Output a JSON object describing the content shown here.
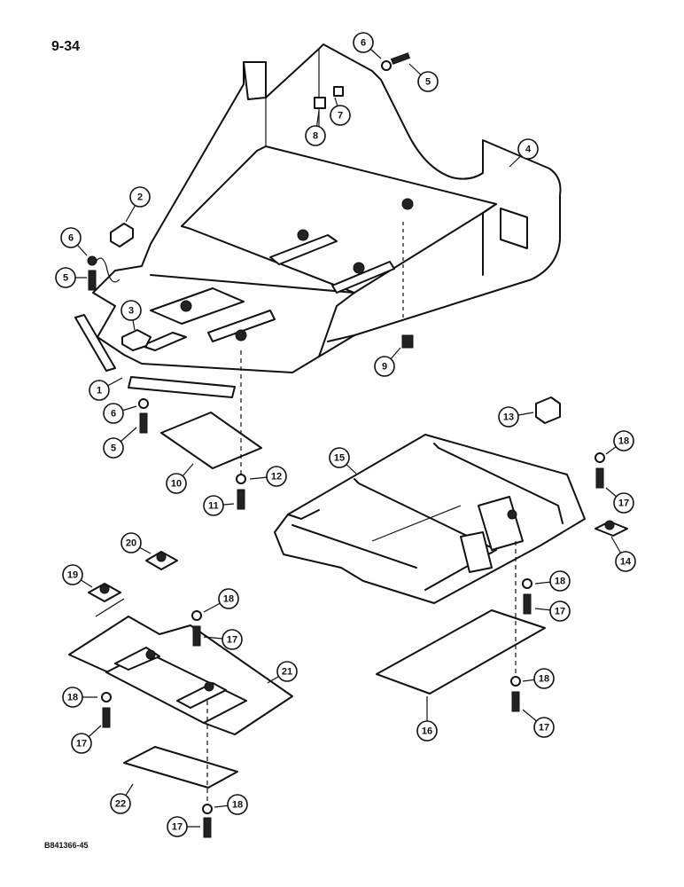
{
  "header": {
    "page_number": "9-34"
  },
  "footer": {
    "image_code": "B841366-45"
  },
  "callouts": [
    {
      "id": "c1",
      "label": "1"
    },
    {
      "id": "c2",
      "label": "2"
    },
    {
      "id": "c3",
      "label": "3"
    },
    {
      "id": "c4",
      "label": "4"
    },
    {
      "id": "c5a",
      "label": "5"
    },
    {
      "id": "c5b",
      "label": "5"
    },
    {
      "id": "c5c",
      "label": "5"
    },
    {
      "id": "c6a",
      "label": "6"
    },
    {
      "id": "c6b",
      "label": "6"
    },
    {
      "id": "c6c",
      "label": "6"
    },
    {
      "id": "c7",
      "label": "7"
    },
    {
      "id": "c8",
      "label": "8"
    },
    {
      "id": "c9",
      "label": "9"
    },
    {
      "id": "c10",
      "label": "10"
    },
    {
      "id": "c11",
      "label": "11"
    },
    {
      "id": "c12",
      "label": "12"
    },
    {
      "id": "c13",
      "label": "13"
    },
    {
      "id": "c14",
      "label": "14"
    },
    {
      "id": "c15",
      "label": "15"
    },
    {
      "id": "c16",
      "label": "16"
    },
    {
      "id": "c17a",
      "label": "17"
    },
    {
      "id": "c17b",
      "label": "17"
    },
    {
      "id": "c17c",
      "label": "17"
    },
    {
      "id": "c17d",
      "label": "17"
    },
    {
      "id": "c17e",
      "label": "17"
    },
    {
      "id": "c17f",
      "label": "17"
    },
    {
      "id": "c18a",
      "label": "18"
    },
    {
      "id": "c18b",
      "label": "18"
    },
    {
      "id": "c18c",
      "label": "18"
    },
    {
      "id": "c18d",
      "label": "18"
    },
    {
      "id": "c18e",
      "label": "18"
    },
    {
      "id": "c18f",
      "label": "18"
    },
    {
      "id": "c19",
      "label": "19"
    },
    {
      "id": "c20",
      "label": "20"
    },
    {
      "id": "c21",
      "label": "21"
    },
    {
      "id": "c22",
      "label": "22"
    }
  ]
}
